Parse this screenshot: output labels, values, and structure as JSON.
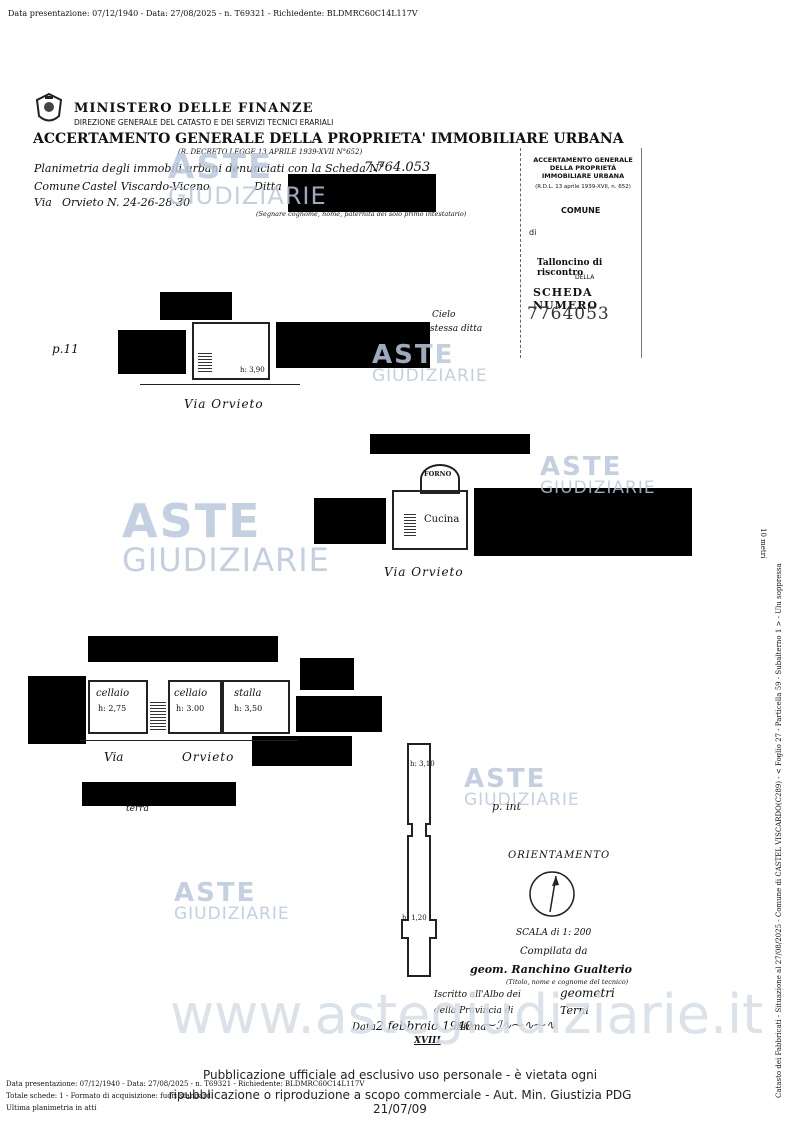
{
  "top_header": "Data presentazione: 07/12/1940 - Data: 27/08/2025 - n. T69321 - Richiedente: BLDMRC60C14L117V",
  "ministry": {
    "title": "MINISTERO DELLE FINANZE",
    "subtitle": "DIREZIONE GENERALE DEL CATASTO E DEI SERVIZI TECNICI ERARIALI",
    "main_title": "ACCERTAMENTO GENERALE DELLA PROPRIETA' IMMOBILIARE URBANA",
    "decree": "(R. DECRETO LEGGE 13 APRILE 1939-XVII N°652)"
  },
  "form": {
    "planimetry_line": "Planimetria degli immobili urbani denunciati con la Scheda N°",
    "scheda_number": "7.764.053",
    "comune_label": "Comune",
    "comune_value": "Castel Viscardo-Viceno",
    "ditta_label": "Ditta",
    "via_label": "Via",
    "via_value": "Orvieto N. 24-26-28-30",
    "note": "(Segnare cognome, nome, paternità del solo primo intestatario)"
  },
  "tagliando": {
    "header": "ACCERTAMENTO GENERALE DELLA PROPRIETÀ IMMOBILIARE URBANA",
    "decree": "(R.D.L. 13 aprile 1939-XVII, n. 652)",
    "comune": "COMUNE",
    "di": "di",
    "tagliandino": "Talloncino di riscontro",
    "della": "DELLA",
    "scheda": "SCHEDA NUMERO",
    "numero": "7764053"
  },
  "plan": {
    "p11": "p.11",
    "via1": "Via  Orvieto",
    "h1": "h: 3,90",
    "cielo": "Cielo",
    "stessa": "stessa ditta",
    "forno": "FORNO",
    "cucina": "Cucina",
    "via2": "Via  Orvieto",
    "r1": "cellaio",
    "r1h": "h: 2,75",
    "r2": "cellaio",
    "r2h": "h: 3.00",
    "r3": "stalla",
    "r3h": "h: 3,50",
    "via3_a": "Via",
    "via3_b": "Orvieto",
    "terra": "terra",
    "h_a": "h: 3,10",
    "h_b": "h: 1,20",
    "pint": "p. int",
    "metri": "10 metri"
  },
  "footer_form": {
    "orientamento": "ORIENTAMENTO",
    "scala": "SCALA di 1: 200",
    "compilata": "Compilata da",
    "tecnico": "geom. Ranchino Gualterio",
    "tecnico_note": "(Titolo, nome e cognome del tecnico)",
    "iscritto": "Iscritto all'Albo dei",
    "albo": "geometri",
    "provincia_label": "della Provincia di",
    "provincia": "Terni",
    "data_label": "Data",
    "data": "2 febbraio 1940",
    "firma_label": "Firma",
    "anno": "XVIII"
  },
  "side_text": "Catasto dei Fabbricati - Situazione al 27/08/2025 - Comune di CASTEL VISCARDO(C289) - < Foglio 27 - Particella 59 - Subalterno 1 > - Ulu soppressa",
  "bottom_notice": {
    "line1": "Pubblicazione ufficiale ad esclusivo uso personale - è vietata ogni",
    "line2": "ripubblicazione o riproduzione a scopo commerciale - Aut. Min. Giustizia PDG 21/07/09"
  },
  "bottom_left": {
    "l1": "Data presentazione: 07/12/1940 - Data: 27/08/2025 - n. T69321 - Richiedente: BLDMRC60C14L117V",
    "l2": "Totale schede: 1 - Formato di acquisizione: fuori standard",
    "l3": "Ultima planimetria in atti"
  },
  "watermark": {
    "aste": "ASTE",
    "giudiziarie": "GIUDIZIARIE",
    "site": "www.astegiudiziarie.it"
  }
}
